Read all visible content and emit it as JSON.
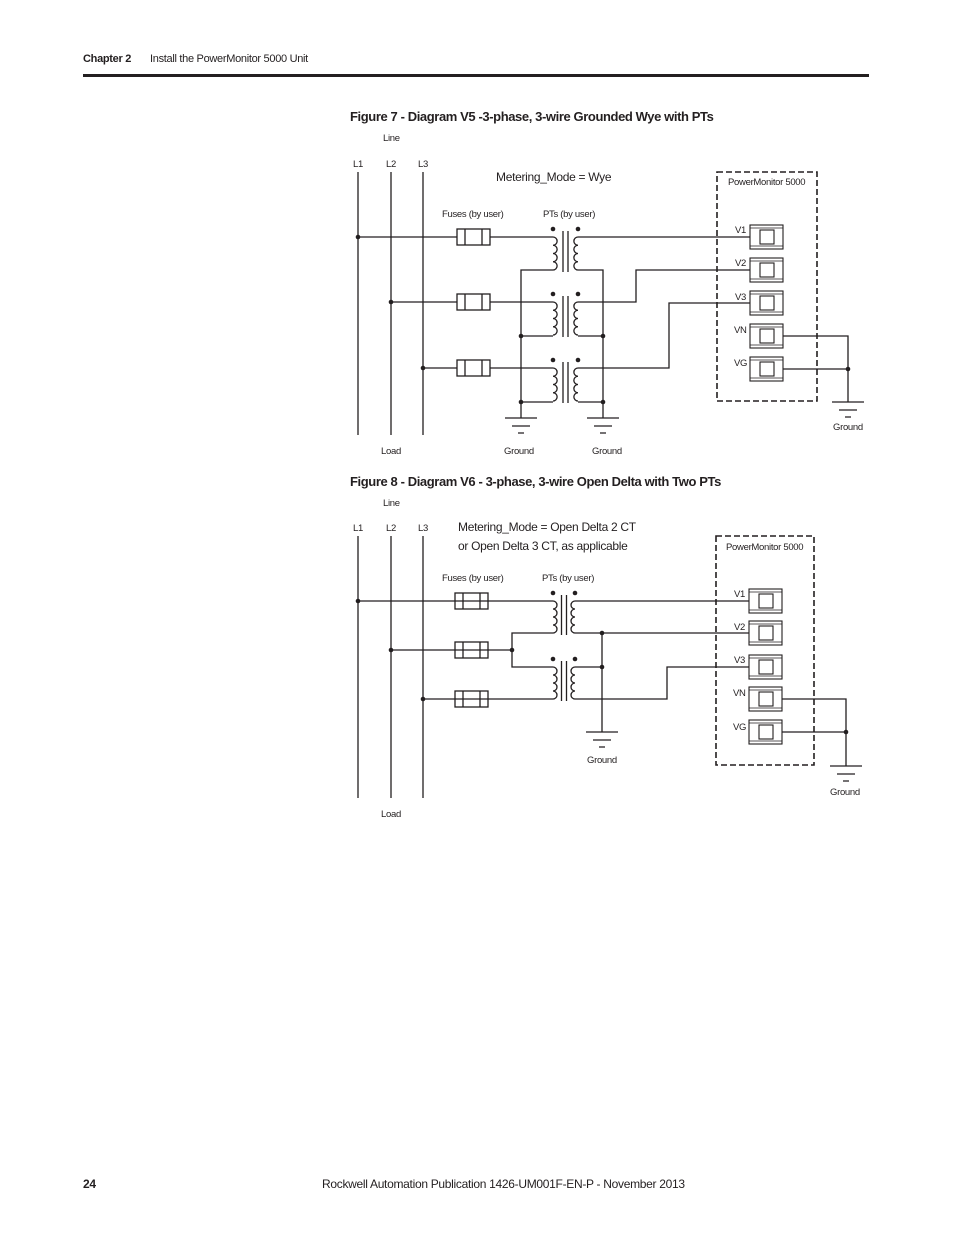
{
  "header": {
    "chapter": "Chapter 2",
    "title": "Install the PowerMonitor 5000 Unit"
  },
  "figures": [
    {
      "title": "Figure 7 - Diagram V5 -3-phase, 3-wire Grounded Wye with PTs",
      "line_label": "Line",
      "load_label": "Load",
      "phases": [
        "L1",
        "L2",
        "L3"
      ],
      "mode_lines": [
        "Metering_Mode = Wye"
      ],
      "fuses_label": "Fuses (by user)",
      "pts_label": "PTs (by user)",
      "device_label": "PowerMonitor 5000",
      "terminals": [
        "V1",
        "V2",
        "V3",
        "VN",
        "VG"
      ],
      "ground_labels": [
        "Ground",
        "Ground",
        "Ground"
      ]
    },
    {
      "title": "Figure 8 - Diagram V6 - 3-phase, 3-wire Open Delta with Two PTs",
      "line_label": "Line",
      "load_label": "Load",
      "phases": [
        "L1",
        "L2",
        "L3"
      ],
      "mode_lines": [
        "Metering_Mode = Open Delta 2 CT",
        "or Open Delta 3 CT, as applicable"
      ],
      "fuses_label": "Fuses (by user)",
      "pts_label": "PTs (by user)",
      "device_label": "PowerMonitor 5000",
      "terminals": [
        "V1",
        "V2",
        "V3",
        "VN",
        "VG"
      ],
      "ground_labels": [
        "Ground",
        "Ground"
      ]
    }
  ],
  "footer": {
    "page": "24",
    "publication": "Rockwell Automation Publication 1426-UM001F-EN-P - November 2013"
  }
}
